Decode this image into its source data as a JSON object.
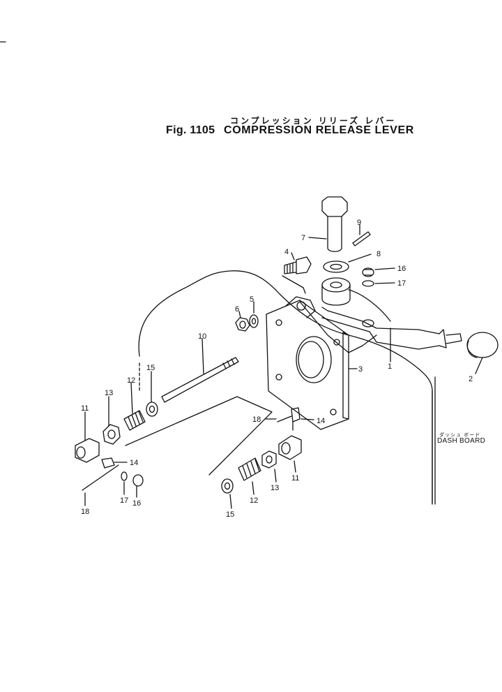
{
  "header": {
    "japanese_title": "コンプレッション リリーズ レバー",
    "figure_number": "Fig. 1105",
    "title": "COMPRESSION RELEASE LEVER"
  },
  "annotation": {
    "dash_board_japanese": "ダッシュ ボード",
    "dash_board": "DASH BOARD"
  },
  "callouts": [
    "1",
    "2",
    "3",
    "4",
    "5",
    "6",
    "7",
    "8",
    "9",
    "10",
    "11",
    "11",
    "12",
    "12",
    "13",
    "13",
    "14",
    "14",
    "15",
    "15",
    "16",
    "16",
    "17",
    "17",
    "18",
    "18"
  ],
  "labels": {
    "l1": "1",
    "l2": "2",
    "l3": "3",
    "l4": "4",
    "l5": "5",
    "l6": "6",
    "l7": "7",
    "l8": "8",
    "l9": "9",
    "l10": "10",
    "l11a": "11",
    "l11b": "11",
    "l12a": "12",
    "l12b": "12",
    "l13a": "13",
    "l13b": "13",
    "l14a": "14",
    "l14b": "14",
    "l15a": "15",
    "l15b": "15",
    "l16a": "16",
    "l16b": "16",
    "l17a": "17",
    "l17b": "17",
    "l18a": "18",
    "l18b": "18"
  }
}
